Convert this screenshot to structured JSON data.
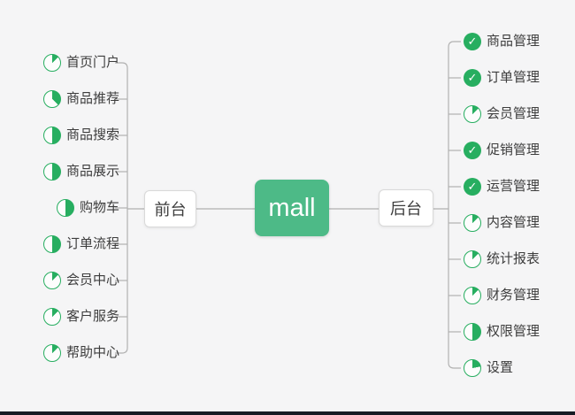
{
  "canvas": {
    "background_color": "#f5f5f6",
    "bottom_edge_color": "#171b24"
  },
  "colors": {
    "root_node_green": "#4dba87",
    "icon_green": "#27ae60",
    "connector_gray": "#b1b1b1",
    "text_color": "#3d3d3d"
  },
  "root": {
    "label": "mall"
  },
  "branches": {
    "left": {
      "node": {
        "label": "前台"
      },
      "items": [
        {
          "label": "首页门户",
          "icon": "pie-12"
        },
        {
          "label": "商品推荐",
          "icon": "pie-37"
        },
        {
          "label": "商品搜索",
          "icon": "pie-50"
        },
        {
          "label": "商品展示",
          "icon": "pie-50"
        },
        {
          "label": "购物车",
          "icon": "pie-50"
        },
        {
          "label": "订单流程",
          "icon": "pie-50"
        },
        {
          "label": "会员中心",
          "icon": "pie-12"
        },
        {
          "label": "客户服务",
          "icon": "pie-12"
        },
        {
          "label": "帮助中心",
          "icon": "pie-12"
        }
      ]
    },
    "right": {
      "node": {
        "label": "后台"
      },
      "items": [
        {
          "label": "商品管理",
          "icon": "check"
        },
        {
          "label": "订单管理",
          "icon": "check"
        },
        {
          "label": "会员管理",
          "icon": "pie-12"
        },
        {
          "label": "促销管理",
          "icon": "check"
        },
        {
          "label": "运营管理",
          "icon": "check"
        },
        {
          "label": "内容管理",
          "icon": "pie-12"
        },
        {
          "label": "统计报表",
          "icon": "pie-12"
        },
        {
          "label": "财务管理",
          "icon": "pie-12"
        },
        {
          "label": "权限管理",
          "icon": "pie-50"
        },
        {
          "label": "设置",
          "icon": "pie-25"
        }
      ]
    }
  }
}
